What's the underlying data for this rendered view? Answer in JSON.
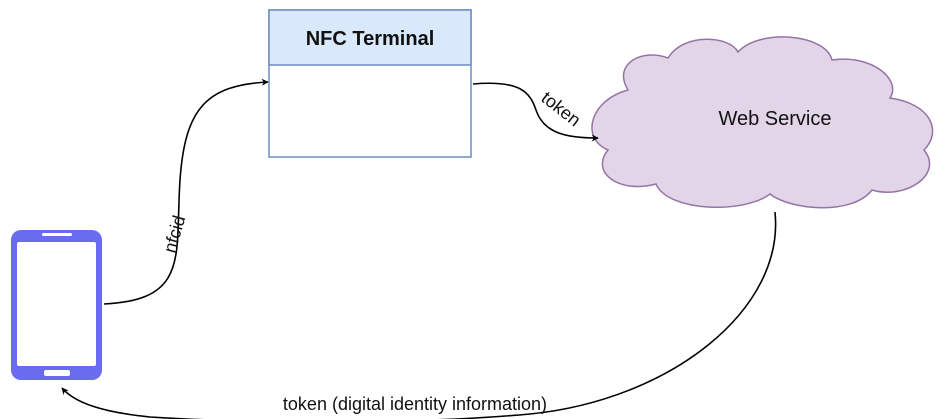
{
  "nodes": {
    "terminal": {
      "title": "NFC Terminal",
      "header_fill": "#dae8fc",
      "stroke": "#6c8ebf"
    },
    "web_service": {
      "label": "Web Service",
      "fill": "#e1d5e7",
      "stroke": "#9673a6"
    },
    "phone": {
      "icon": "smartphone-icon",
      "color": "#6a6cf0"
    }
  },
  "edges": {
    "phone_to_terminal": {
      "label": "nfcid"
    },
    "terminal_to_service": {
      "label": "token"
    },
    "service_to_phone": {
      "label": "token (digital identity information)"
    }
  }
}
